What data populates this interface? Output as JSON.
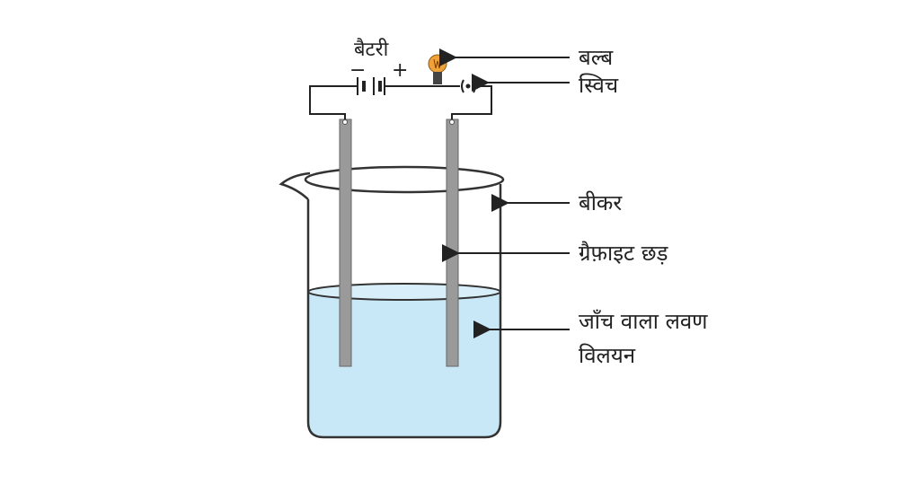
{
  "labels": {
    "battery": "बैटरी",
    "battery_minus": "−",
    "battery_plus": "+",
    "bulb": "बल्ब",
    "switch": "स्विच",
    "beaker": "बीकर",
    "graphite_rod": "ग्रैफ़ाइट छड़",
    "solution_line1": "जाँच वाला लवण",
    "solution_line2": "विलयन"
  },
  "colors": {
    "solution": "#c9e8f7",
    "rod": "#9a9a9a",
    "outline": "#333333",
    "bulb": "#f0a23a"
  }
}
